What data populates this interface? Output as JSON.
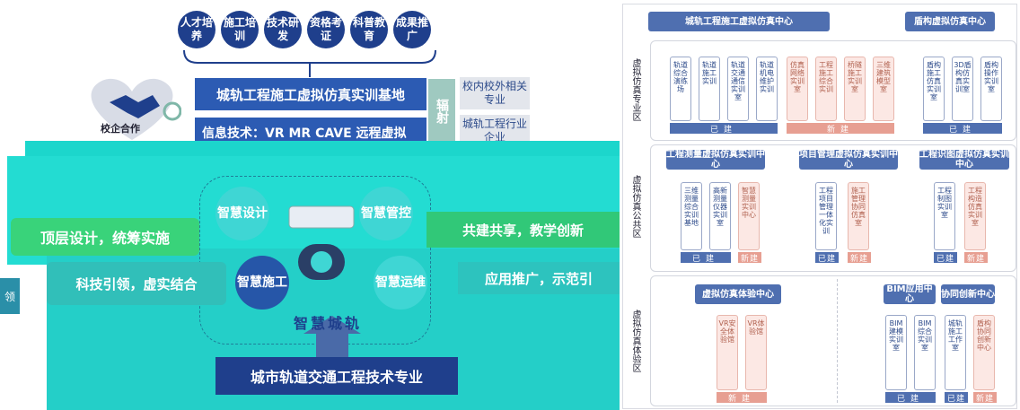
{
  "left": {
    "bubbles": [
      "人才培养",
      "施工培训",
      "技术研发",
      "资格考证",
      "科普教育",
      "成果推广"
    ],
    "main_bar": "城轨工程施工虚拟仿真实训基地",
    "info_bar": "信息技术：VR MR CAVE 远程虚拟",
    "heart_label": "校企合作",
    "radiate": "辐射",
    "right_boxes": [
      "校内校外相关专业",
      "城轨工程行业企业"
    ],
    "pill_top_left": "顶层设计，统筹实施",
    "pill_bot_left": "科技引领，虚实结合",
    "pill_top_right": "共建共享，教学创新",
    "pill_bot_right": "应用推广，示范引",
    "circles": [
      "智慧设计",
      "智慧管控",
      "智慧施工",
      "智慧运维"
    ],
    "smart_title": "智慧城轨",
    "bottom_bar": "城市轨道交通工程技术专业",
    "edge_label": "领",
    "colors": {
      "navy": "#1f3f8c",
      "blue": "#2c5bb3",
      "teal": "#23dcd2",
      "green": "#39d37a"
    }
  },
  "right": {
    "top_headers": [
      "城轨工程施工虚拟仿真中心",
      "盾构虚拟仿真中心"
    ],
    "sections": [
      {
        "label": "虚拟仿真专业区"
      },
      {
        "label": "虚拟仿真公共区"
      },
      {
        "label": "虚拟仿真体验区"
      }
    ],
    "s1_cards_done": [
      "轨道综合演练场",
      "轨道施工实训",
      "轨道交通通信实训室",
      "轨道机电维护实训"
    ],
    "s1_cards_new": [
      "仿真网络实训室",
      "工程施工综合实训",
      "桥隧施工实训室",
      "三维建筑模型室"
    ],
    "s1_cards_shield": [
      "盾构施工仿真实训室",
      "3D盾构仿真实训室",
      "盾构操作实训室"
    ],
    "s2_headers": [
      "工程测量虚拟仿真实训中心",
      "项目管理虚拟仿真实训中心",
      "工程识图虚拟仿真实训中心"
    ],
    "s2_cards_a": [
      "三维测量综合实训基地",
      "高新测量仪器实训室",
      "智慧测量实训中心"
    ],
    "s2_cards_b": [
      "工程项目管理一体化实训",
      "施工管理协同仿真室"
    ],
    "s2_cards_c": [
      "工程制图实训室",
      "工程构造仿真实训室"
    ],
    "s3_headers": [
      "虚拟仿真体验中心",
      "BIM应用中心",
      "协同创新中心"
    ],
    "s3_cards_a": [
      "VR安全体验馆",
      "VR体验馆"
    ],
    "s3_cards_b": [
      "BIM建模实训室",
      "BIM综合实训室"
    ],
    "s3_cards_c": [
      "城轨施工工作室",
      "盾构协同创新中心"
    ],
    "done": "已建",
    "new": "新建"
  }
}
